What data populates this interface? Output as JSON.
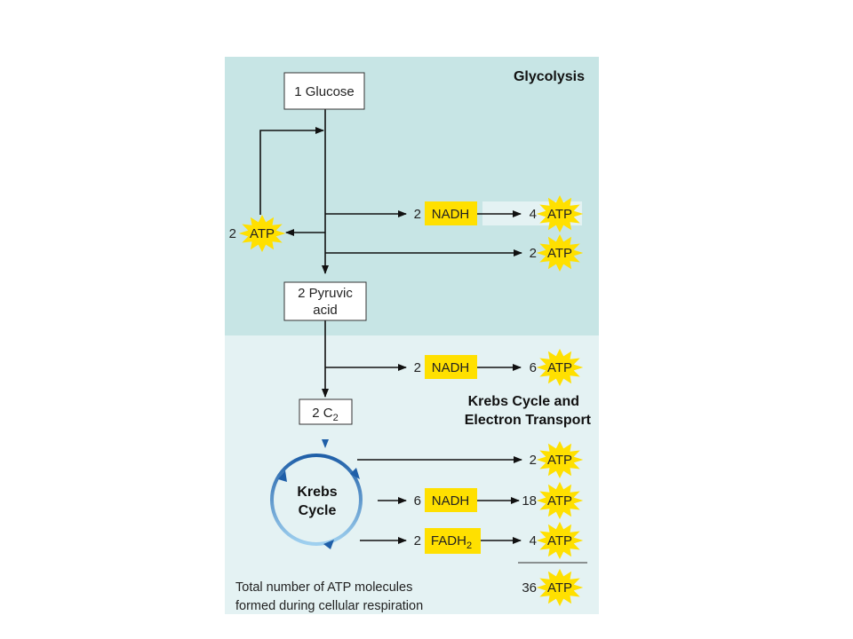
{
  "sections": {
    "glycolysis_title": "Glycolysis",
    "krebs_title_line1": "Krebs Cycle and",
    "krebs_title_line2": "Electron Transport"
  },
  "molecules": {
    "glucose": "1 Glucose",
    "pyruvic_line1": "2 Pyruvic",
    "pyruvic_line2": "acid",
    "c2_prefix": "2 C",
    "c2_subscript": "2",
    "krebs_cycle_line1": "Krebs",
    "krebs_cycle_line2": "Cycle"
  },
  "carriers": {
    "nadh": "NADH",
    "fadh_prefix": "FADH",
    "fadh_subscript": "2",
    "atp": "ATP"
  },
  "quantities": {
    "atp_invested": "2",
    "glycolysis_nadh": "2",
    "glycolysis_nadh_atp": "4",
    "glycolysis_direct_atp": "2",
    "pyruvate_nadh": "2",
    "pyruvate_nadh_atp": "6",
    "krebs_direct_atp": "2",
    "krebs_nadh": "6",
    "krebs_nadh_atp": "18",
    "krebs_fadh": "2",
    "krebs_fadh_atp": "4",
    "total_atp": "36"
  },
  "footer": {
    "line1": "Total number of ATP molecules",
    "line2": "formed during cellular respiration"
  },
  "colors": {
    "glycolysis_bg": "#c7e5e5",
    "krebs_bg": "#e4f2f3",
    "highlight": "#ffe000",
    "atp_burst": "#ffe000",
    "cycle_blue": "#1f5fa8"
  }
}
